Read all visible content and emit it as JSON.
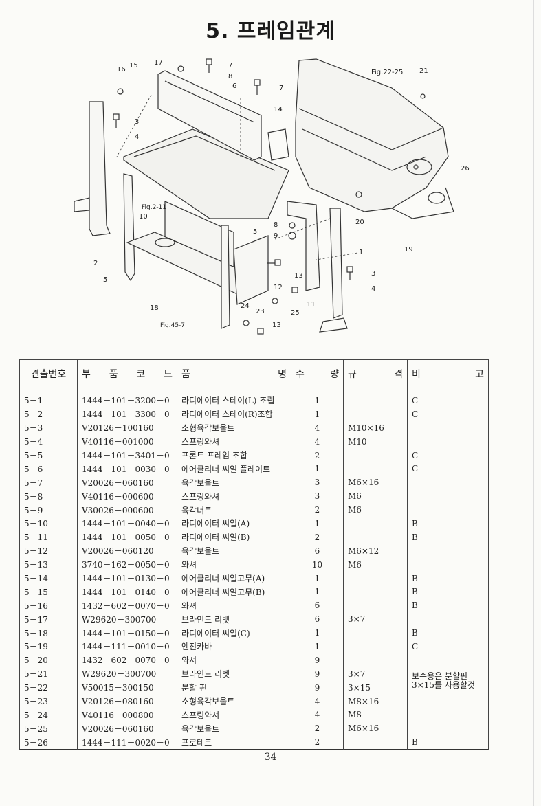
{
  "title": "5. 프레임관계",
  "diagram": {
    "callouts": [
      "1",
      "2",
      "3",
      "4",
      "5",
      "6",
      "7",
      "8",
      "9",
      "10",
      "11",
      "12",
      "13",
      "14",
      "15",
      "16",
      "17",
      "18",
      "19",
      "20",
      "21",
      "24",
      "25",
      "26"
    ],
    "fig_refs": [
      "Fig.22-25",
      "Fig.2-11",
      "Fig.45-7"
    ]
  },
  "table": {
    "headers": {
      "no": [
        "견출번호"
      ],
      "code": [
        "부",
        "품",
        "코",
        "드"
      ],
      "name": [
        "품",
        "명"
      ],
      "qty": [
        "수",
        "량"
      ],
      "spec": [
        "규",
        "격"
      ],
      "remark": [
        "비",
        "고"
      ]
    },
    "rows": [
      {
        "no": "5－1",
        "code": "1444－101－3200－0",
        "name": "라디에이터 스테이(L) 조립",
        "qty": "1",
        "spec": "",
        "remark": "C"
      },
      {
        "no": "5－2",
        "code": "1444－101－3300－0",
        "name": "라디에이터 스테이(R)조합",
        "qty": "1",
        "spec": "",
        "remark": "C"
      },
      {
        "no": "5－3",
        "code": "V20126－100160",
        "name": "소형육각보울트",
        "qty": "4",
        "spec": "M10×16",
        "remark": ""
      },
      {
        "no": "5－4",
        "code": "V40116－001000",
        "name": "스프링와셔",
        "qty": "4",
        "spec": "M10",
        "remark": ""
      },
      {
        "no": "5－5",
        "code": "1444－101－3401－0",
        "name": "프론트 프레임 조합",
        "qty": "2",
        "spec": "",
        "remark": "C"
      },
      {
        "no": "5－6",
        "code": "1444－101－0030－0",
        "name": "에어클리너 씨일 플레이트",
        "qty": "1",
        "spec": "",
        "remark": "C"
      },
      {
        "no": "5－7",
        "code": "V20026－060160",
        "name": "육각보울트",
        "qty": "3",
        "spec": "M6×16",
        "remark": ""
      },
      {
        "no": "5－8",
        "code": "V40116－000600",
        "name": "스프링와셔",
        "qty": "3",
        "spec": "M6",
        "remark": ""
      },
      {
        "no": "5－9",
        "code": "V30026－000600",
        "name": "육각너트",
        "qty": "2",
        "spec": "M6",
        "remark": ""
      },
      {
        "no": "5－10",
        "code": "1444－101－0040－0",
        "name": "라디에이터 씨일(A)",
        "qty": "1",
        "spec": "",
        "remark": "B"
      },
      {
        "no": "5－11",
        "code": "1444－101－0050－0",
        "name": "라디에이터 씨일(B)",
        "qty": "2",
        "spec": "",
        "remark": "B"
      },
      {
        "no": "5－12",
        "code": "V20026－060120",
        "name": "육각보울트",
        "qty": "6",
        "spec": "M6×12",
        "remark": ""
      },
      {
        "no": "5－13",
        "code": "3740－162－0050－0",
        "name": "와셔",
        "qty": "10",
        "spec": "M6",
        "remark": ""
      },
      {
        "no": "5－14",
        "code": "1444－101－0130－0",
        "name": "에어클리너 씨일고무(A)",
        "qty": "1",
        "spec": "",
        "remark": "B"
      },
      {
        "no": "5－15",
        "code": "1444－101－0140－0",
        "name": "에어클리너 씨일고무(B)",
        "qty": "1",
        "spec": "",
        "remark": "B"
      },
      {
        "no": "5－16",
        "code": "1432－602－0070－0",
        "name": "와셔",
        "qty": "6",
        "spec": "",
        "remark": "B"
      },
      {
        "no": "5－17",
        "code": "W29620－300700",
        "name": "브라인드 리벳",
        "qty": "6",
        "spec": "3×7",
        "remark": ""
      },
      {
        "no": "5－18",
        "code": "1444－101－0150－0",
        "name": "라디에이터 씨일(C)",
        "qty": "1",
        "spec": "",
        "remark": "B"
      },
      {
        "no": "5－19",
        "code": "1444－111－0010－0",
        "name": "엔진카바",
        "qty": "1",
        "spec": "",
        "remark": "C"
      },
      {
        "no": "5－20",
        "code": "1432－602－0070－0",
        "name": "와셔",
        "qty": "9",
        "spec": "",
        "remark": ""
      },
      {
        "no": "5－21",
        "code": "W29620－300700",
        "name": "브라인드 리벳",
        "qty": "9",
        "spec": "3×7",
        "remark": ""
      },
      {
        "no": "5－22",
        "code": "V50015－300150",
        "name": "분할 핀",
        "qty": "9",
        "spec": "3×15",
        "remark": ""
      },
      {
        "no": "5－23",
        "code": "V20126－080160",
        "name": "소형육각보울트",
        "qty": "4",
        "spec": "M8×16",
        "remark": ""
      },
      {
        "no": "5－24",
        "code": "V40116－000800",
        "name": "스프링와셔",
        "qty": "4",
        "spec": "M8",
        "remark": ""
      },
      {
        "no": "5－25",
        "code": "V20026－060160",
        "name": "육각보울트",
        "qty": "2",
        "spec": "M6×16",
        "remark": ""
      },
      {
        "no": "5－26",
        "code": "1444－111－0020－0",
        "name": "프로테트",
        "qty": "2",
        "spec": "",
        "remark": "B"
      }
    ],
    "remark_note": [
      "보수용은 분할핀",
      "3×15를 사용할것"
    ]
  },
  "page_number": "34"
}
